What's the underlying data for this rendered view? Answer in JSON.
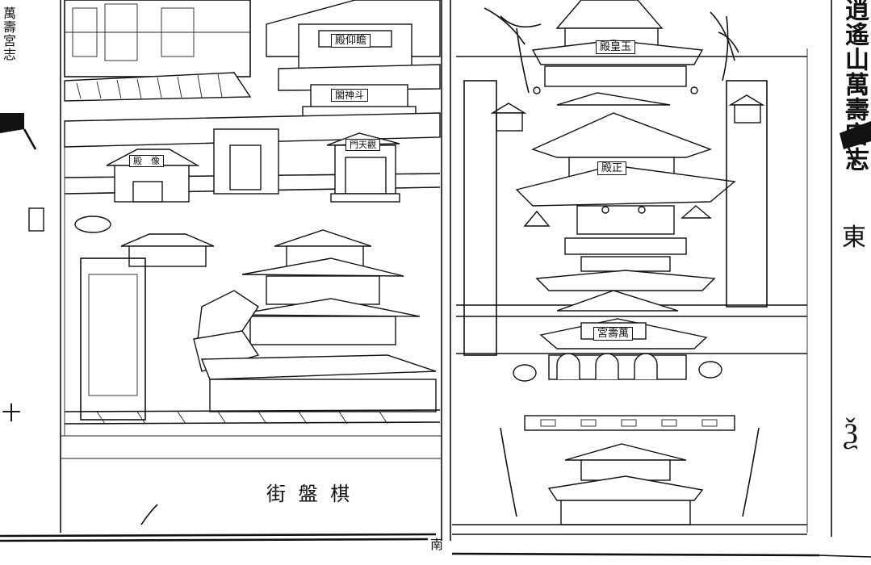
{
  "left_margin_text": "萬壽宮志",
  "left_margin_number": "十",
  "title_vertical": "逍遙山萬壽宮志",
  "side_label": "東",
  "page_mark": "Ѯ",
  "street_label": "街 盤 棋",
  "south_mark": "南",
  "halls": {
    "yuhuang": "殿皇玉",
    "zhengdian": "殿正",
    "gate": "宮壽萬",
    "yimian": "殿仰瞻",
    "hall_left_small": "殿　像",
    "gate_left": "門天觀",
    "tower": "閣神斗"
  }
}
